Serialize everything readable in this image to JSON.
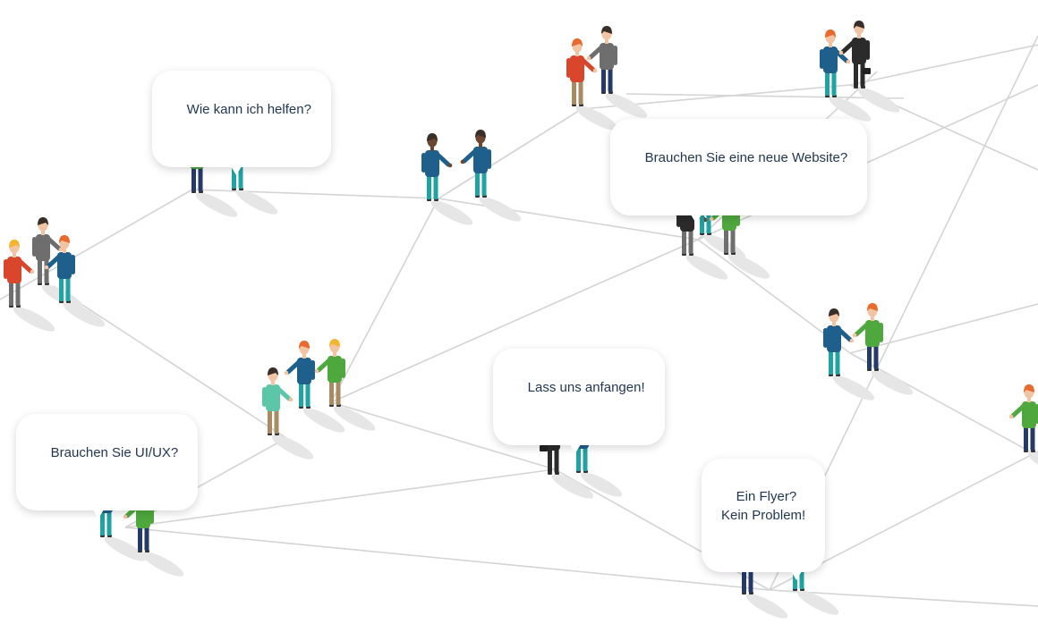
{
  "bubbles": [
    {
      "id": "help",
      "text": "Wie kann ich helfen?"
    },
    {
      "id": "website",
      "text": "Brauchen Sie eine neue Website?"
    },
    {
      "id": "start",
      "text": "Lass uns anfangen!"
    },
    {
      "id": "uiux",
      "text": "Brauchen Sie UI/UX?"
    },
    {
      "id": "flyer",
      "text": "Ein Flyer?\nKein Problem!"
    }
  ],
  "colors": {
    "background": "#ffffff",
    "line": "#d4d4d4",
    "bubble_text": "#1f3552",
    "shirt_green": "#4fa83d",
    "shirt_blue": "#1e5f8c",
    "shirt_red": "#d9462b",
    "shirt_grey": "#6e6e6e",
    "suit_black": "#2b2b2b",
    "shirt_mint": "#5cc6a8",
    "trousers_teal": "#1fa3a3",
    "trousers_navy": "#253a6b",
    "trousers_khaki": "#a98b63",
    "hair_orange": "#e86a2c",
    "hair_blonde": "#f2b531",
    "hair_dark": "#3a2e28",
    "skin_light": "#f2c4a3",
    "skin_dark": "#6b4630",
    "shadow": "#e6e6e6"
  }
}
